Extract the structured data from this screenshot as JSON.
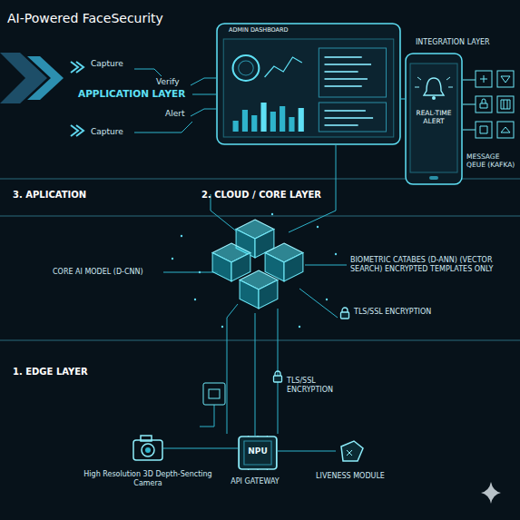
{
  "diagram": {
    "title": "AI-Powered FaceSecurity",
    "nodes": [
      {
        "text": [
          "ADMIN DASHBOARD"
        ]
      },
      {
        "text": [
          "REAL-TIME ALERT"
        ]
      },
      {
        "text": [
          "High Resolution 3D Depth-Sencting Camera"
        ]
      },
      {
        "text": [
          "NPU",
          "API GATEWAY"
        ]
      },
      {
        "text": [
          "LIVENESS MODULE"
        ]
      }
    ],
    "edges": [
      {
        "from": 0,
        "to": 1,
        "arrow": "none"
      },
      {
        "from": 2,
        "to": 3,
        "arrow": "none"
      },
      {
        "from": 4,
        "to": 3,
        "arrow": "none"
      }
    ],
    "labels": [
      "Capture",
      "Verify",
      "APPLICATION LAYER",
      "Alert",
      "Capture",
      "INTEGRATION LAYER",
      "MESSAGE QEUE (KAFKA)",
      "3. APLICATION",
      "2. CLOUD / CORE LAYER",
      "CORE AI MODEL (D-CNN)",
      "BIOMETRIC CATABES (D-ANN) (VECTOR SEARCH) ENCRYPTED TEMPLATES ONLY",
      "TLS/SSL ENCRYPTION",
      "TLS/SSL ENCRYPTION",
      "1. EDGE LAYER"
    ]
  }
}
